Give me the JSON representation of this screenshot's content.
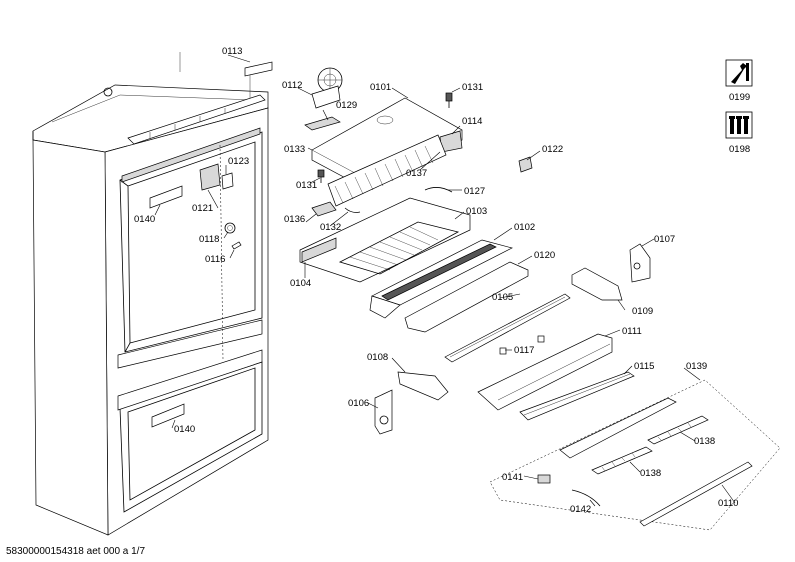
{
  "footer": {
    "code": "58300000154318 aet 000 a 1/7"
  },
  "tool_icons": [
    {
      "label": "0199",
      "icon": "wrench-icon"
    },
    {
      "label": "0198",
      "icon": "screws-icon"
    }
  ],
  "labels": {
    "p0113": "0113",
    "p0112": "0112",
    "p0129": "0129",
    "p0101": "0101",
    "p0131a": "0131",
    "p0114": "0114",
    "p0133": "0133",
    "p0123": "0123",
    "p0122": "0122",
    "p0137": "0137",
    "p0131b": "0131",
    "p0127": "0127",
    "p0140a": "0140",
    "p0121": "0121",
    "p0136": "0136",
    "p0103": "0103",
    "p0132": "0132",
    "p0118": "0118",
    "p0102": "0102",
    "p0107": "0107",
    "p0116": "0116",
    "p0120": "0120",
    "p0104": "0104",
    "p0105": "0105",
    "p0109": "0109",
    "p0111": "0111",
    "p0117": "0117",
    "p0108": "0108",
    "p0115": "0115",
    "p0139": "0139",
    "p0106": "0106",
    "p0140b": "0140",
    "p0138a": "0138",
    "p0138b": "0138",
    "p0141": "0141",
    "p0110": "0110",
    "p0142": "0142"
  }
}
